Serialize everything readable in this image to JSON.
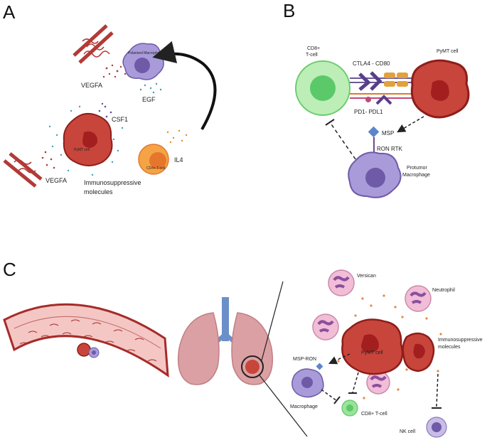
{
  "panels": {
    "a": "A",
    "b": "B",
    "c": "C"
  },
  "panel_a": {
    "polarized_macrophage": "Polarized Macrophage",
    "vegfa_top": "VEGFA",
    "egf": "EGF",
    "csf1": "CSF1",
    "pymt_cell": "PyMT cell",
    "vegfa_bottom": "VEGFA",
    "immunosuppressive": "Immunosuppressive molecules",
    "il4": "IL4",
    "cd4_tcell": "CD4+ T-cell"
  },
  "panel_b": {
    "cd8_tcell": "CD8+ T-cell",
    "ctla4_cd80": "CTLA4 - CD80",
    "pymt_cell": "PyMT cell",
    "pd1_pdl1": "PD1- PDL1",
    "msp": "MSP",
    "ron_rtk": "RON RTK",
    "protumor_macrophage": "Protumor Macrophage"
  },
  "panel_c": {
    "versican": "Versican",
    "neutrophil": "Neutrophil",
    "pymt_cell": "PyMT cell",
    "immunosuppressive": "Immunosuppressive molecules",
    "msp_ron": "MSP-RON",
    "macrophage": "Macrophage",
    "cd8_tcell": "CD8+ T-cell",
    "nk_cell": "NK cell"
  },
  "colors": {
    "tumor": "#c8453c",
    "tumor_edge": "#8e1d1a",
    "tumor_nucleus": "#a31f1f",
    "macrophage": "#a99bd9",
    "macrophage_nucleus": "#6f5aa8",
    "tcell_green": "#9de29a",
    "tcell_green_nucleus": "#5bc96a",
    "cd4_orange": "#f4a445",
    "cd4_nucleus": "#e6762c",
    "neutrophil": "#f2bdd6",
    "neutrophil_nucleus": "#8a4f9c",
    "vessel": "#b23a36",
    "lung": "#dba0a3",
    "trachea": "#6b8fc9",
    "msp": "#5c86c9",
    "ctla4": "#5a3d8a",
    "cd80": "#e3a13b"
  }
}
